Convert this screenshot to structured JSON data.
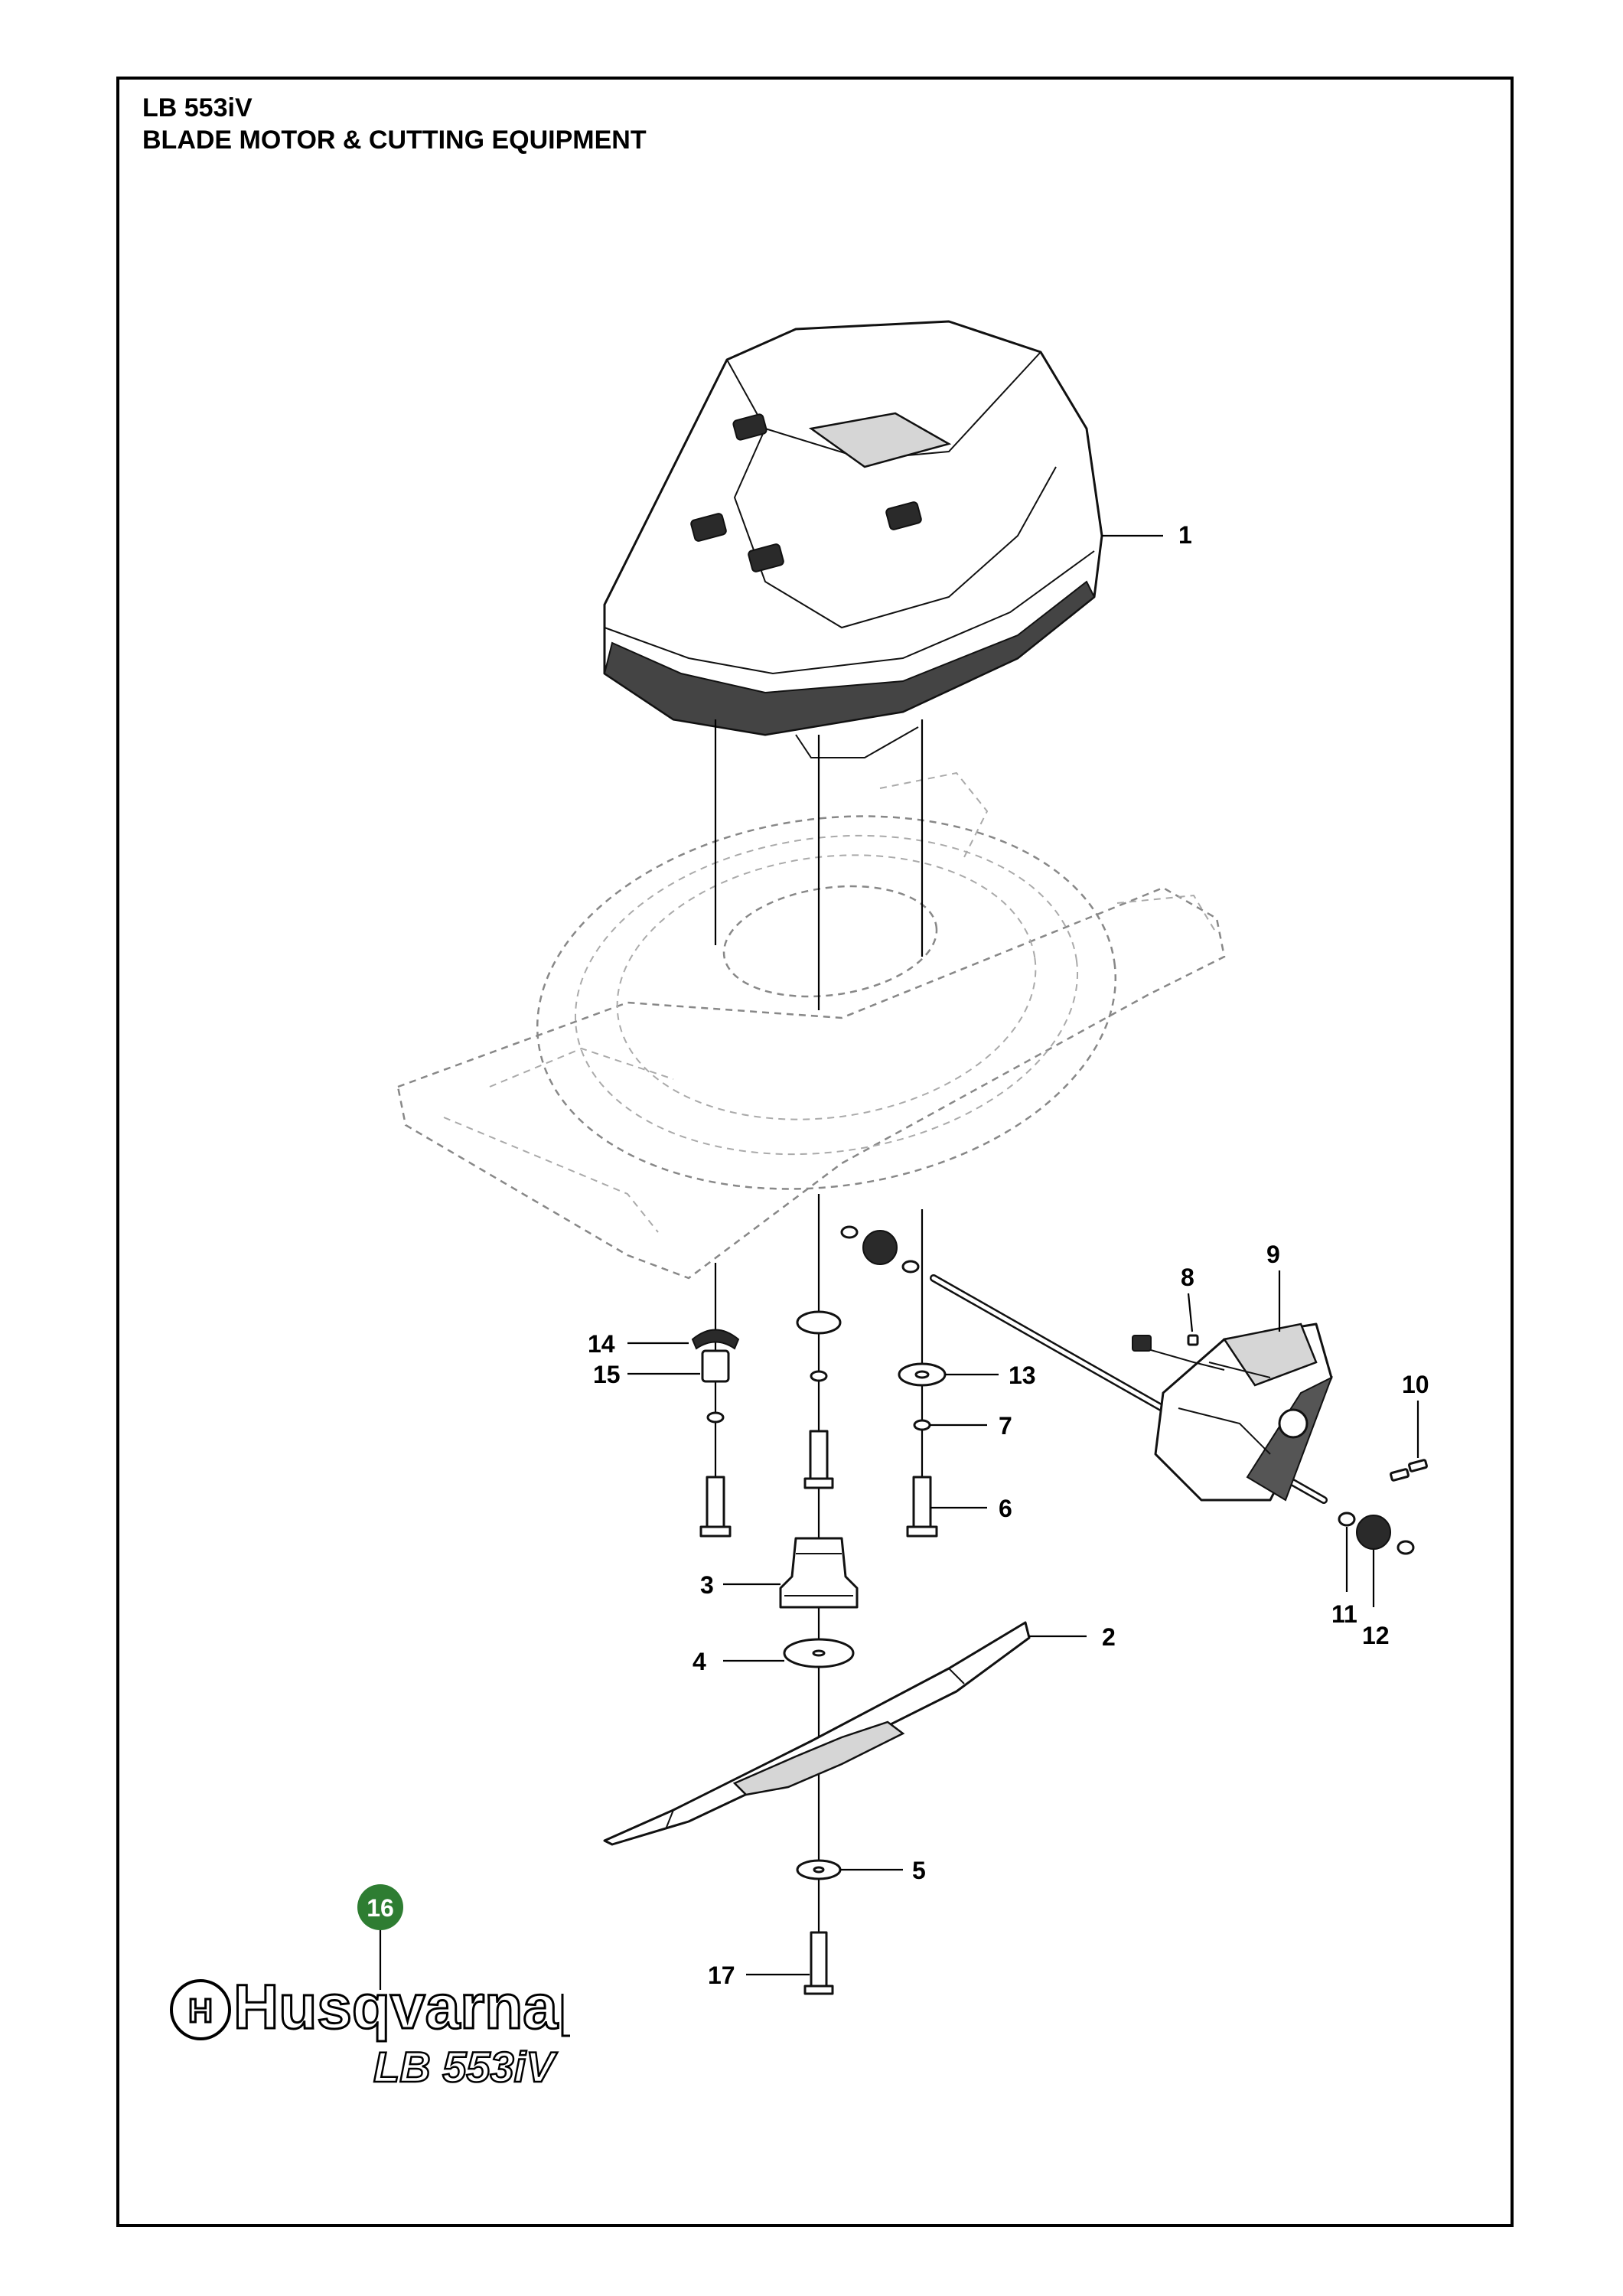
{
  "header": {
    "model": "LB 553iV",
    "section_title": "BLADE MOTOR & CUTTING EQUIPMENT"
  },
  "callouts": [
    "1",
    "2",
    "3",
    "4",
    "5",
    "6",
    "7",
    "8",
    "9",
    "10",
    "11",
    "12",
    "13",
    "14",
    "15",
    "16",
    "17"
  ],
  "logo": {
    "brand": "Husqvarna",
    "model": "LB 553iV"
  },
  "colors": {
    "callout_16_badge": "#2e7d32",
    "line": "#000000",
    "deck_dashed": "#888888"
  }
}
